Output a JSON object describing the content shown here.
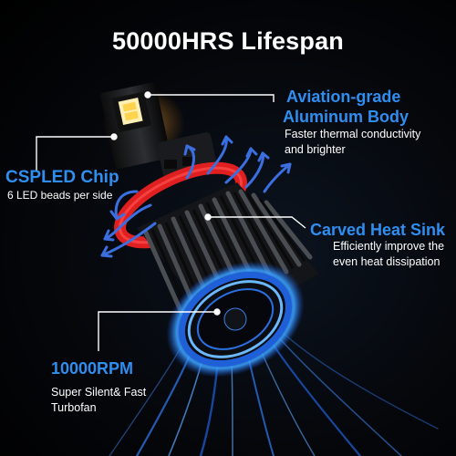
{
  "title": "50000HRS Lifespan",
  "features": {
    "aluminum": {
      "heading_line1": "Aviation-grade",
      "heading_line2": "Aluminum Body",
      "desc_line1": "Faster thermal conductivity",
      "desc_line2": "and brighter"
    },
    "chip": {
      "heading": "CSPLED Chip",
      "desc": "6 LED beads per side"
    },
    "heatsink": {
      "heading": "Carved Heat Sink",
      "desc_line1": "Efficiently improve the",
      "desc_line2": "even heat dissipation"
    },
    "fan": {
      "heading": "10000RPM",
      "desc_line1": "Super Silent& Fast",
      "desc_line2": "Turbofan"
    }
  },
  "colors": {
    "accent_blue": "#2f8ef0",
    "heat_red": "#e02020",
    "background": "#000000"
  }
}
